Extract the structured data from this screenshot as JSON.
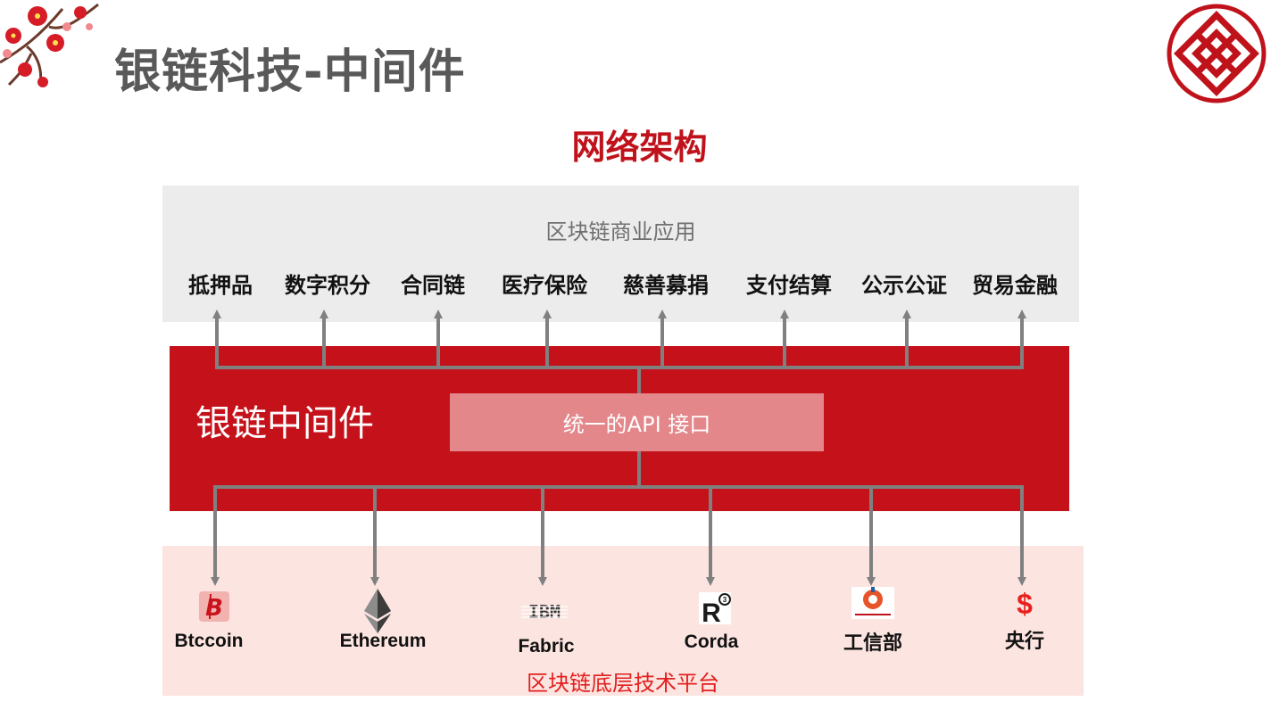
{
  "header": {
    "title": "银链科技-中间件"
  },
  "diagram": {
    "heading": "网络架构",
    "application_layer": {
      "title": "区块链商业应用",
      "items": [
        "抵押品",
        "数字积分",
        "合同链",
        "医疗保险",
        "慈善募捐",
        "支付结算",
        "公示公证",
        "贸易金融"
      ]
    },
    "middleware_layer": {
      "label": "银链中间件",
      "api_label": "统一的API 接口"
    },
    "platform_layer": {
      "title": "区块链底层技术平台",
      "items": [
        {
          "label": "Btccoin",
          "icon": "bitcoin-icon"
        },
        {
          "label": "Ethereum",
          "icon": "ethereum-icon"
        },
        {
          "label": "Fabric",
          "icon": "ibm-icon"
        },
        {
          "label": "Corda",
          "icon": "r3-icon"
        },
        {
          "label": "工信部",
          "icon": "miit-icon"
        },
        {
          "label": "央行",
          "icon": "dollar-icon"
        }
      ]
    }
  },
  "colors": {
    "brand_red": "#c5111a",
    "api_box": "#e3878b",
    "top_panel": "#ececec",
    "bottom_panel": "#fce4e0",
    "connector": "#808080"
  }
}
